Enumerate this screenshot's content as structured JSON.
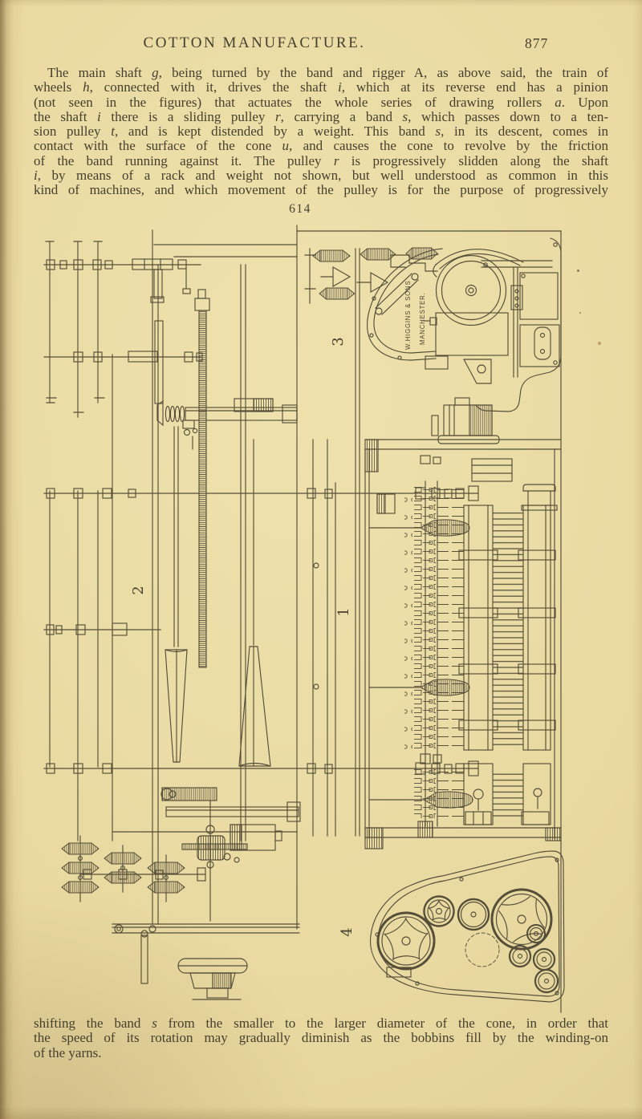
{
  "page": {
    "background": "#e8d9a0",
    "ink": "#453f2e",
    "engraving_ink": "#4c4633"
  },
  "header": {
    "title": "COTTON MANUFACTURE.",
    "page_number": "877"
  },
  "paragraph": {
    "lines": [
      "The main shaft *g*, being turned by the band and rigger A, as above said, the train of",
      "wheels *h*, connected with it, drives the shaft *i*, which at its reverse end has a pinion",
      "(not seen in the figures) that actuates the whole series of drawing rollers *a*. Upon",
      "the shaft *i* there is a sliding pulley *r*, carrying a band *s*, which passes down to a ten-",
      "sion pulley *t*, and is kept distended by a weight. This band *s*, in its descent, comes in",
      "contact with the surface of the cone *u*, and causes the cone to revolve by the friction",
      "of the band running against it. The pulley *r* is progressively slidden along the shaft",
      "*i*, by means of a rack and weight not shown, but well understood as common in this",
      "kind of machines, and which movement of the pulley is for the purpose of progressively"
    ]
  },
  "figure": {
    "number": "614",
    "labels": {
      "fig1": "1",
      "fig2": "2",
      "fig3": "3",
      "fig4": "4"
    },
    "maker_line1": "W.HIGGINS & SONS",
    "maker_line2": "MANCHESTER."
  },
  "caption": {
    "lines": [
      "shifting the band *s* from the smaller to the larger diameter of the cone, in order that",
      "the speed of its rotation may gradually diminish as the bobbins fill by the winding-on",
      "of the yarns."
    ]
  }
}
